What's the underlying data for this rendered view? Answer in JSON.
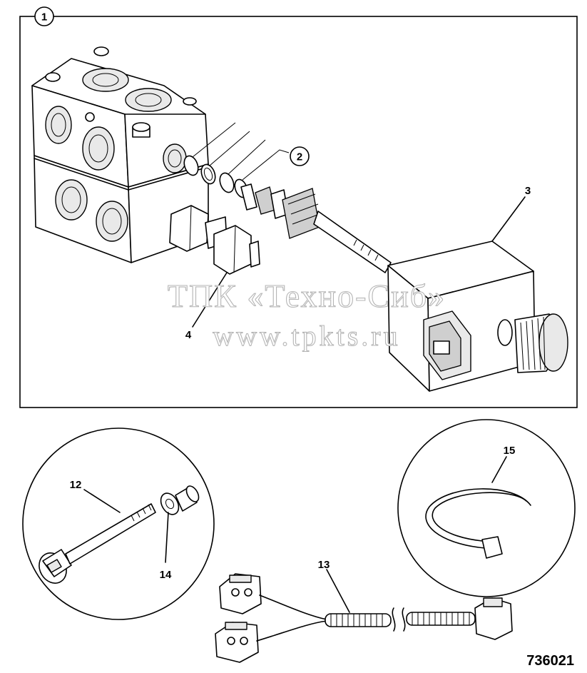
{
  "diagram": {
    "assembly_marker": "1",
    "seal_marker": "2",
    "callouts": {
      "solenoid": "3",
      "pressure_switch": "4",
      "tie_bolt": "12",
      "wiring_harness": "13",
      "washer": "14",
      "cable_tie": "15"
    },
    "figure_number": "736021"
  },
  "watermark": {
    "line1": "ТПК «Техно-Сиб»",
    "line2": "www.tpkts.ru"
  }
}
